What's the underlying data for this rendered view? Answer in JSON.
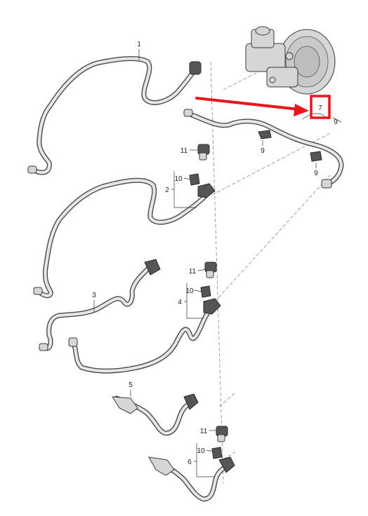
{
  "callouts": {
    "p1": "1",
    "p2": "2",
    "p3": "3",
    "p4": "4",
    "p5": "5",
    "p6": "6",
    "p7": "7",
    "p9a": "9",
    "p9b": "9",
    "p9c": "9",
    "p10a": "10",
    "p10b": "10",
    "p10c": "10",
    "p11a": "11",
    "p11b": "11",
    "p11c": "11"
  },
  "colors": {
    "highlight": "#e8151b",
    "hose": "#4a4a4a",
    "hose_fill": "#e6e6e6"
  }
}
